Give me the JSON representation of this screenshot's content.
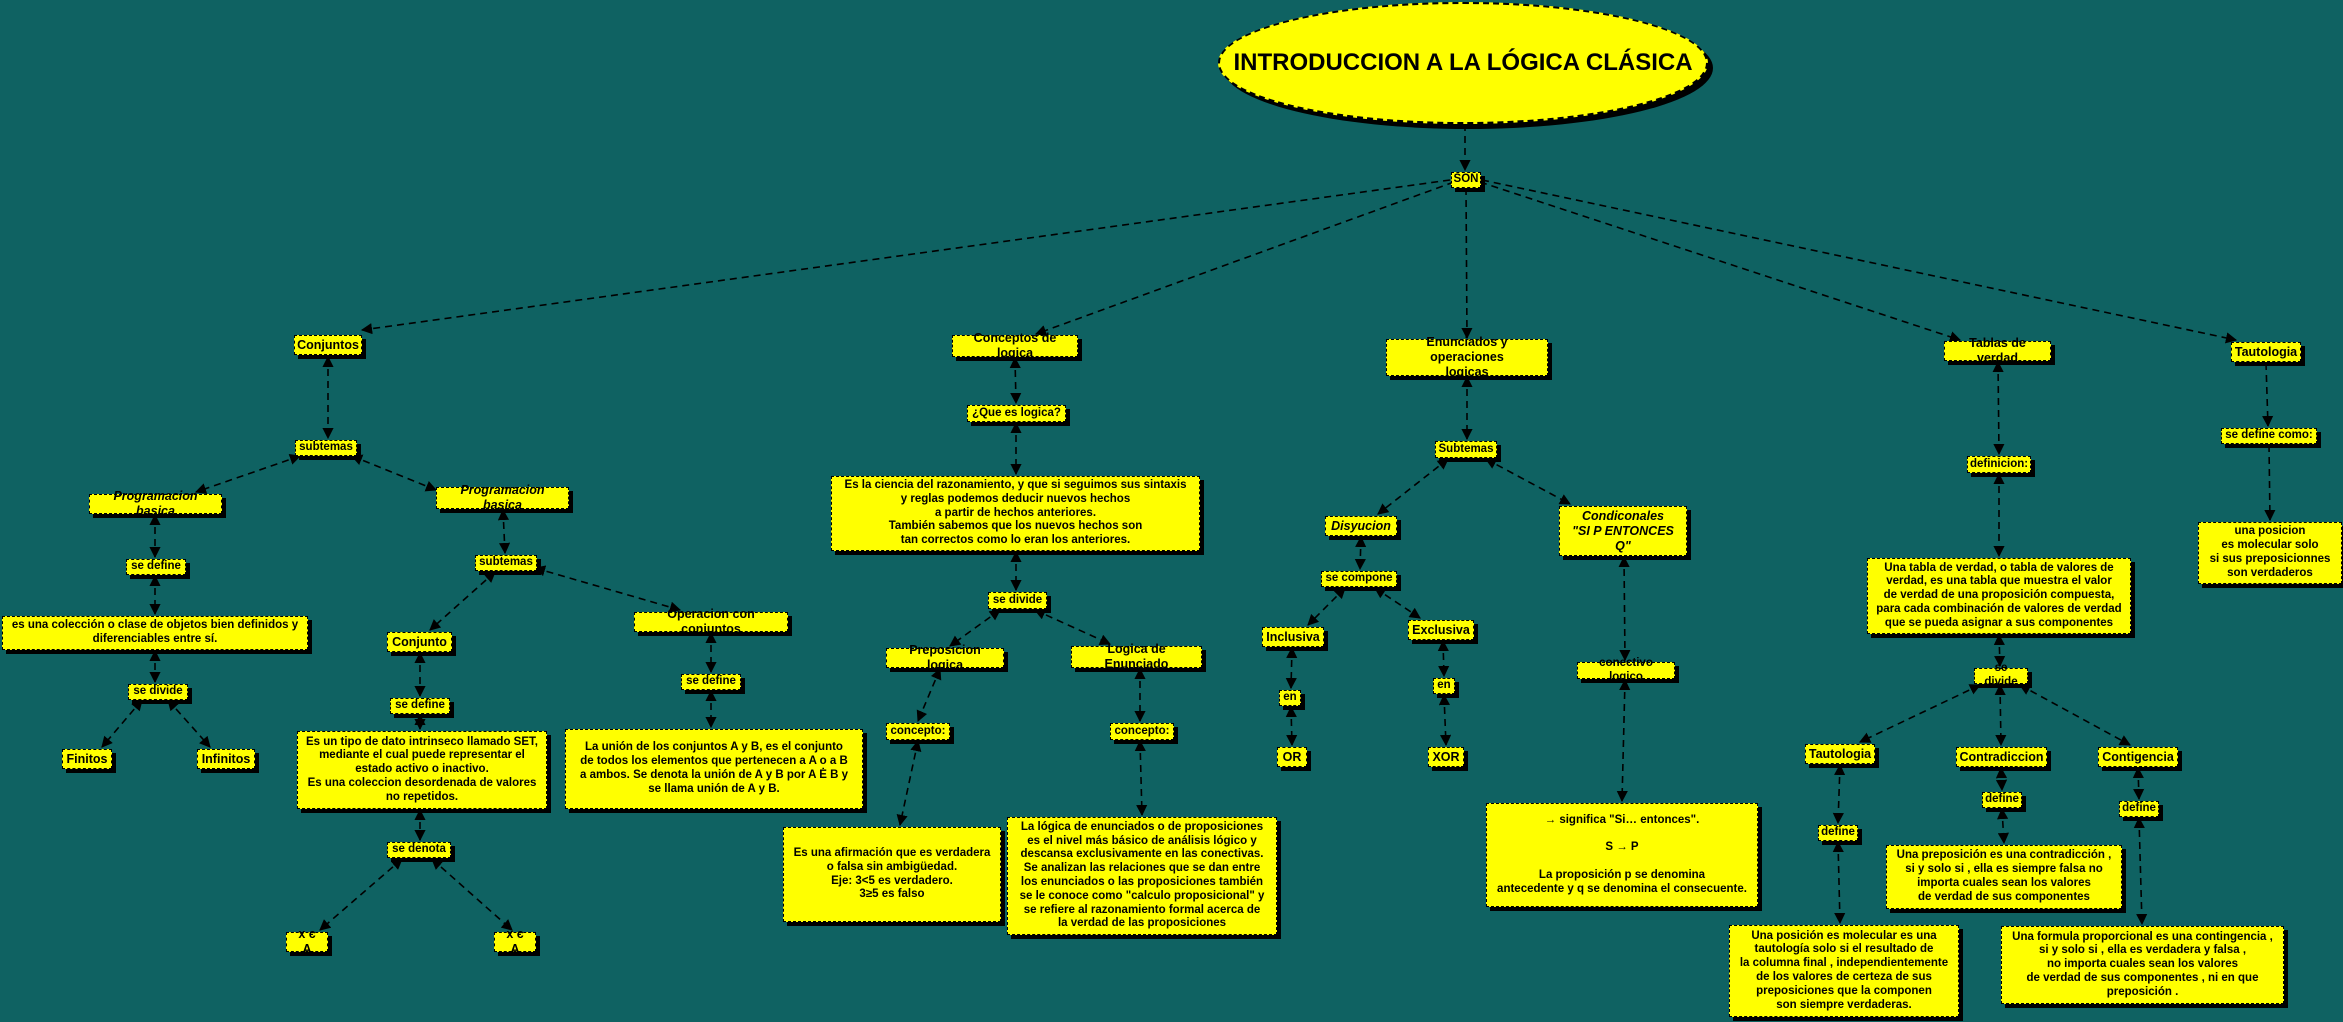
{
  "title": "INTRODUCCION A LA LÓGICA CLÁSICA",
  "son": "SON",
  "conjuntos": {
    "label": "Conjuntos",
    "subtemas": "subtemas",
    "prog_left": {
      "label": "Programacion basica",
      "se_define": "se define",
      "definicion": "es una colección o clase de objetos bien definidos y\ndiferenciables entre sí.",
      "se_divide": "se divide",
      "finitos": "Finitos",
      "infinitos": "Infinitos"
    },
    "prog_right": {
      "label": "Programacion basica",
      "subtemas": "subtemas",
      "conjunto": {
        "label": "Conjunto",
        "se_define": "se define",
        "definicion": "Es un tipo de dato intrinseco llamado SET,\nmediante el cual  puede representar el\nestado activo o inactivo.\nEs una coleccion desordenada de valores\nno repetidos.",
        "se_denota": "se denota",
        "x1": "x є A",
        "x2": "x є A"
      },
      "operacion": {
        "label": "Operacion con conjuntos",
        "se_define": "se define",
        "definicion": "La unión de los conjuntos A y B, es el conjunto\nde todos los elementos que pertenecen a A o a B\na ambos. Se denota la unión de A y B por A Ė B y\nse llama unión de A y B."
      }
    }
  },
  "conceptos": {
    "label": "Conceptos de logica",
    "que_es": "¿Que es logica?",
    "definicion": "Es la ciencia del razonamiento, y que si seguimos sus sintaxis\ny reglas podemos deducir nuevos hechos\na partir de hechos anteriores.\nTambién sabemos que los nuevos hechos son\ntan correctos como lo eran los anteriores.",
    "se_divide": "se divide",
    "proposicion": {
      "label": "Preposicion logica",
      "concepto": "concepto:",
      "definicion": "Es una afirmación que es verdadera\no falsa sin ambigüedad.\nEje:  3<5     es verdadero.\n3≥5     es falso"
    },
    "enunciado": {
      "label": "Logica de Enunciado",
      "concepto": "concepto:",
      "definicion": "La lógica de enunciados o de proposiciones\nes el nivel más básico de análisis lógico y\ndescansa  exclusivamente en las conectivas.\nSe analizan las relaciones que se dan entre\nlos enunciados o las proposiciones también\nse le conoce como  \"calculo proposicional\" y\nse refiere al razonamiento formal acerca de\nla verdad de las proposiciones"
    }
  },
  "enunciados": {
    "label": "Enunciados y operaciones\nlogicas",
    "subtemas": "Subtemas",
    "disyucion": {
      "label": "Disyucion",
      "se_compone": "se compone",
      "inclusiva": "Inclusiva",
      "en1": "en",
      "or": "OR",
      "exclusiva": "Exclusiva",
      "en2": "en",
      "xor": "XOR"
    },
    "condicionales": {
      "label": "Condiconales\n\"SI P ENTONCES Q\"",
      "conectivo": "conectivo logico",
      "definicion": "→ significa \"Si… entonces\".\n\nS → P\n\nLa proposición p se denomina\nantecedente y q se denomina el consecuente."
    }
  },
  "tablas": {
    "label": "Tablas de verdad",
    "definicion_label": "definicion:",
    "definicion": "Una tabla de verdad, o tabla de valores de\nverdad, es una tabla que muestra el valor\nde verdad de una proposición compuesta,\npara cada combinación de valores de verdad\nque se pueda asignar a sus componentes",
    "se_divide": "se divide",
    "tautologia": {
      "label": "Tautologia",
      "define": "define",
      "definicion": "Una posición es molecular es una\ntautología solo si el resultado de\nla columna final , independientemente\nde los valores de certeza de sus\npreposiciones que la componen\nson siempre verdaderas."
    },
    "contradiccion": {
      "label": "Contradiccion",
      "define": "define",
      "definicion": "Una preposición es una contradicción ,\nsi y solo si , ella es siempre falsa no\nimporta cuales sean los valores\nde verdad de sus componentes"
    },
    "contingencia": {
      "label": "Contigencia",
      "define": "define",
      "definicion": "Una formula proporcional es una contingencia ,\nsi y solo si , ella es verdadera y falsa ,\nno importa cuales sean los valores\nde verdad de sus componentes , ni en que\npreposición ."
    }
  },
  "tautologia": {
    "label": "Tautologia",
    "se_define_como": "se define como:",
    "definicion": "una posicion\nes molecular solo\nsi sus preposicionnes\nson verdaderos"
  }
}
